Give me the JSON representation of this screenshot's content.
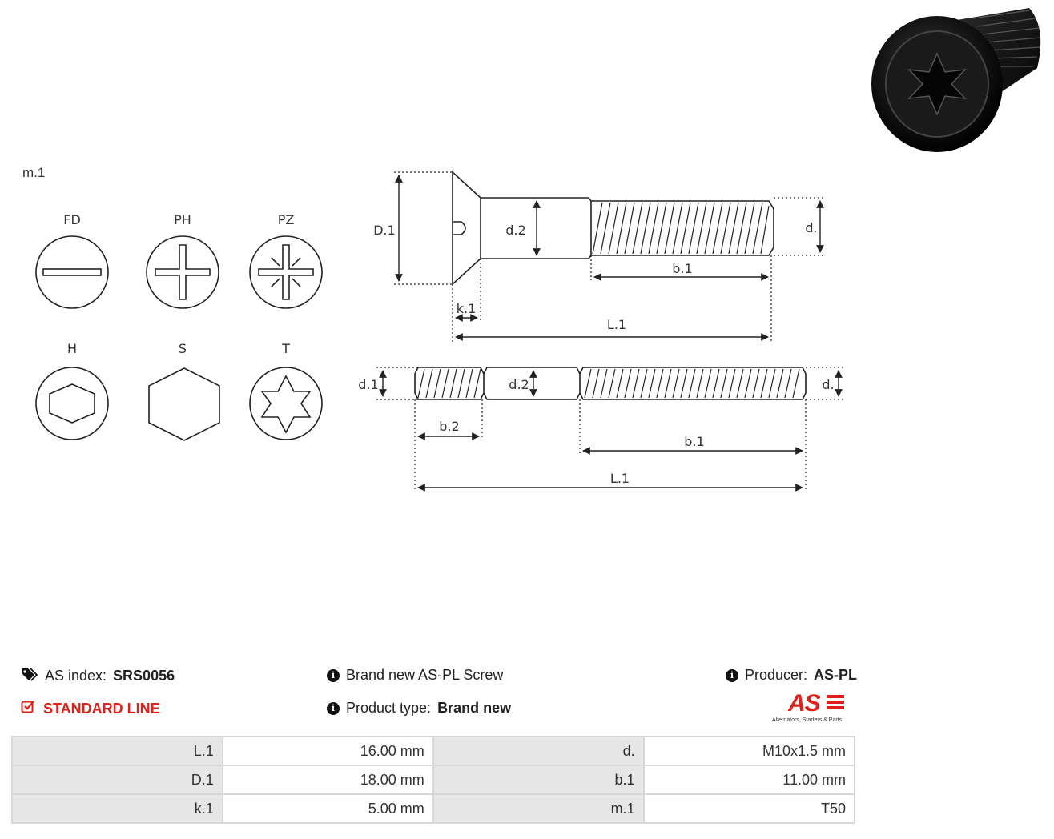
{
  "diagram": {
    "m_label": "m.1",
    "heads": [
      {
        "label": "FD",
        "icon": "flat-slot-head-icon"
      },
      {
        "label": "PH",
        "icon": "phillips-head-icon"
      },
      {
        "label": "PZ",
        "icon": "pozidriv-head-icon"
      },
      {
        "label": "H",
        "icon": "hex-socket-head-icon"
      },
      {
        "label": "S",
        "icon": "hex-head-icon"
      },
      {
        "label": "T",
        "icon": "torx-head-icon"
      }
    ],
    "screw": {
      "D1": "D.1",
      "d2": "d.2",
      "d": "d.",
      "b1": "b.1",
      "k1": "k.1",
      "L1": "L.1"
    },
    "stud": {
      "d1": "d.1",
      "d2": "d.2",
      "d": "d.",
      "b2": "b.2",
      "b1": "b.1",
      "L1": "L.1"
    }
  },
  "product": {
    "as_index_label": "AS index:",
    "as_index_value": "SRS0056",
    "line": "STANDARD LINE",
    "description": "Brand new AS-PL Screw",
    "type_label": "Product type:",
    "type_value": "Brand new",
    "producer_label": "Producer:",
    "producer_value": "AS-PL",
    "logo_text": "AS",
    "logo_tagline": "Alternators, Starters & Parts",
    "colors": {
      "accent": "#e0201b",
      "table_border": "#d8d8d8",
      "key_cell": "#e6e6e6"
    }
  },
  "specs": [
    {
      "k1": "L.1",
      "v1": "16.00 mm",
      "k2": "d.",
      "v2": "M10x1.5 mm"
    },
    {
      "k1": "D.1",
      "v1": "18.00 mm",
      "k2": "b.1",
      "v2": "11.00 mm"
    },
    {
      "k1": "k.1",
      "v1": "5.00 mm",
      "k2": "m.1",
      "v2": "T50"
    }
  ]
}
